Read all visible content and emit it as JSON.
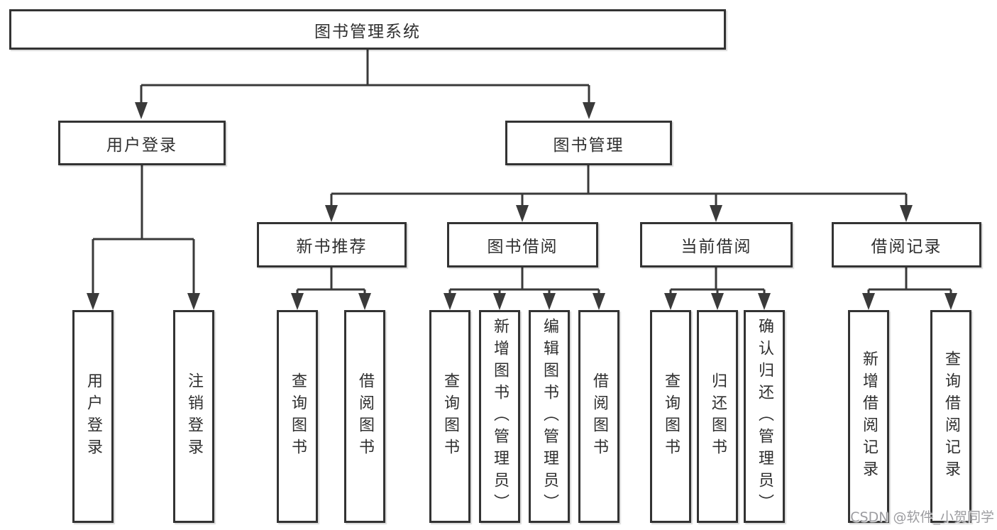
{
  "title_box": "图书管理系统",
  "level2": {
    "user_login": "用户登录",
    "book_management": "图书管理"
  },
  "level3": {
    "new_book_recommend": "新书推荐",
    "book_borrow": "图书借阅",
    "current_borrow": "当前借阅",
    "borrow_records": "借阅记录"
  },
  "leaves": {
    "user_login_children": [
      "用户登录",
      "注销登录"
    ],
    "new_book_children": [
      "查询图书",
      "借阅图书"
    ],
    "book_borrow_children": [
      "查询图书",
      "新增图书（管理员）",
      "编辑图书（管理员）",
      "借阅图书"
    ],
    "current_borrow_children": [
      "查询图书",
      "归还图书",
      "确认归还（管理员）"
    ],
    "borrow_record_children": [
      "新增借阅记录",
      "查询借阅记录"
    ]
  },
  "watermark": "CSDN @软件_小贺同学",
  "colors": {
    "line": "#3a3a3a",
    "box_border": "#333333",
    "text": "#2f2f2f",
    "watermark": "#9c9ca0",
    "background": "#ffffff"
  }
}
